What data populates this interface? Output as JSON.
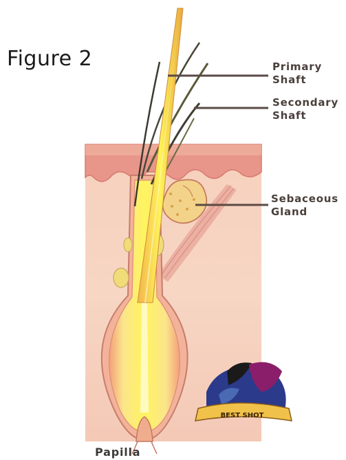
{
  "figure": {
    "title": "Figure 2"
  },
  "labels": {
    "primary_shaft": [
      "Primary",
      "Shaft"
    ],
    "secondary_shaft": [
      "Secondary",
      "Shaft"
    ],
    "sebaceous_gland": [
      "Sebaceous",
      "Gland"
    ],
    "papilla": "Papilla"
  },
  "logo": {
    "text": "BEST SHOT"
  },
  "colors": {
    "skin_surface": "#e6978a",
    "dermis": "#f7d3bf",
    "hair_core": "#fff35a",
    "hair_outer": "#f0a47a",
    "label_text": "#4a3f3a",
    "leader_line": "#5a4a44"
  }
}
